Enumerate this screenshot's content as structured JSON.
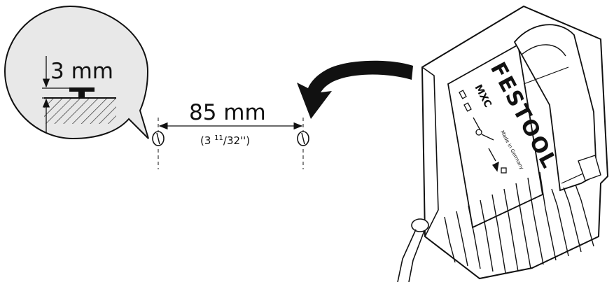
{
  "callout": {
    "depth_label": "3 mm"
  },
  "spacing": {
    "metric_label": "85 mm",
    "imperial_prefix": "(3 ",
    "imperial_numerator": "11",
    "imperial_denominator": "/32",
    "imperial_suffix": "'')"
  },
  "device": {
    "brand": "FESTOOL",
    "model": "MXC",
    "origin": "Made in Germany"
  },
  "colors": {
    "stroke": "#111111",
    "callout_fill": "#e8e8e8",
    "background": "#ffffff"
  }
}
